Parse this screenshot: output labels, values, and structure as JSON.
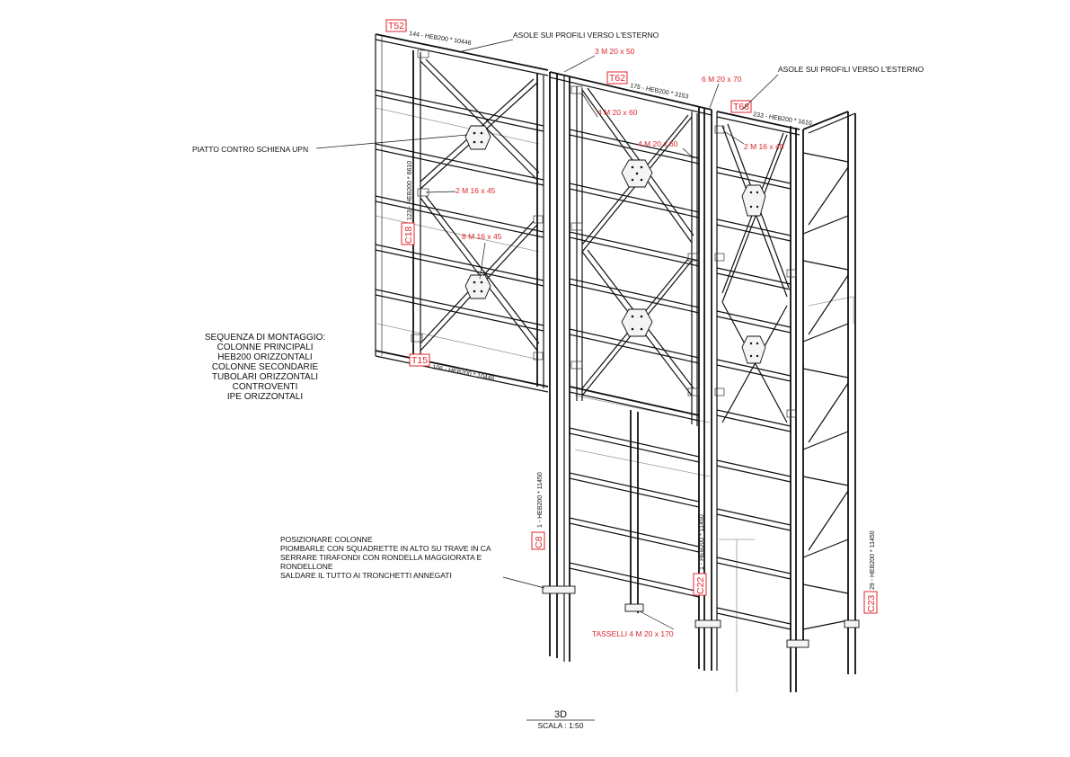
{
  "drawing": {
    "title": "3D",
    "scale": "SCALA :  1:50"
  },
  "sequence": {
    "lines": [
      "SEQUENZA DI MONTAGGIO:",
      "COLONNE PRINCIPALI",
      "HEB200 ORIZZONTALI",
      "COLONNE SECONDARIE",
      "TUBOLARI ORIZZONTALI",
      "CONTROVENTI",
      "IPE ORIZZONTALI"
    ]
  },
  "instructions": {
    "lines": [
      "POSIZIONARE COLONNE",
      "PIOMBARLE CON SQUADRETTE IN ALTO SU TRAVE IN CA",
      "SERRARE TIRAFONDI CON RONDELLA MAGGIORATA E",
      "RONDELLONE",
      "SALDARE IL TUTTO AI TRONCHETTI ANNEGATI"
    ]
  },
  "callouts": {
    "asole_1": "ASOLE SUI PROFILI VERSO L'ESTERNO",
    "asole_2": "ASOLE SUI PROFILI VERSO L'ESTERNO",
    "piatto": "PIATTO CONTRO SCHIENA UPN",
    "bolt_3m20x50": "3 M 20 x 50",
    "bolt_6m20x70": "6 M 20 x 70",
    "bolt_4m20x60_a": "4 M 20 x 60",
    "bolt_4m20x60_b": "4 M 20 x 60",
    "bolt_2m16x45_a": "2 M 16 x 45",
    "bolt_2m16x45_b": "2 M 16 x 45",
    "bolt_8m16x45": "8 M 16 x 45",
    "tasselli": "TASSELLI 4 M 20 x 170"
  },
  "tags": {
    "T52": {
      "label": "T52",
      "profile": "144 - HEB200 * 10446"
    },
    "T62": {
      "label": "T62",
      "profile": "175 - HEB200 * 3153"
    },
    "T68": {
      "label": "T68",
      "profile": "233 - HEB200 * 1610"
    },
    "T15": {
      "label": "T15",
      "profile": "106 - HEB200 * 10446"
    },
    "C18": {
      "label": "C18",
      "profile": "123 - HEB200 * 6610"
    },
    "C8": {
      "label": "C8",
      "profile": "1 - HEB200 * 11450"
    },
    "C22": {
      "label": "C22",
      "profile": "1 - HEB200 * 11450"
    },
    "C23": {
      "label": "C23",
      "profile": "29 - HEB200 * 11450"
    }
  },
  "colors": {
    "annotation_red": "#e0262b",
    "line_black": "#111111"
  }
}
